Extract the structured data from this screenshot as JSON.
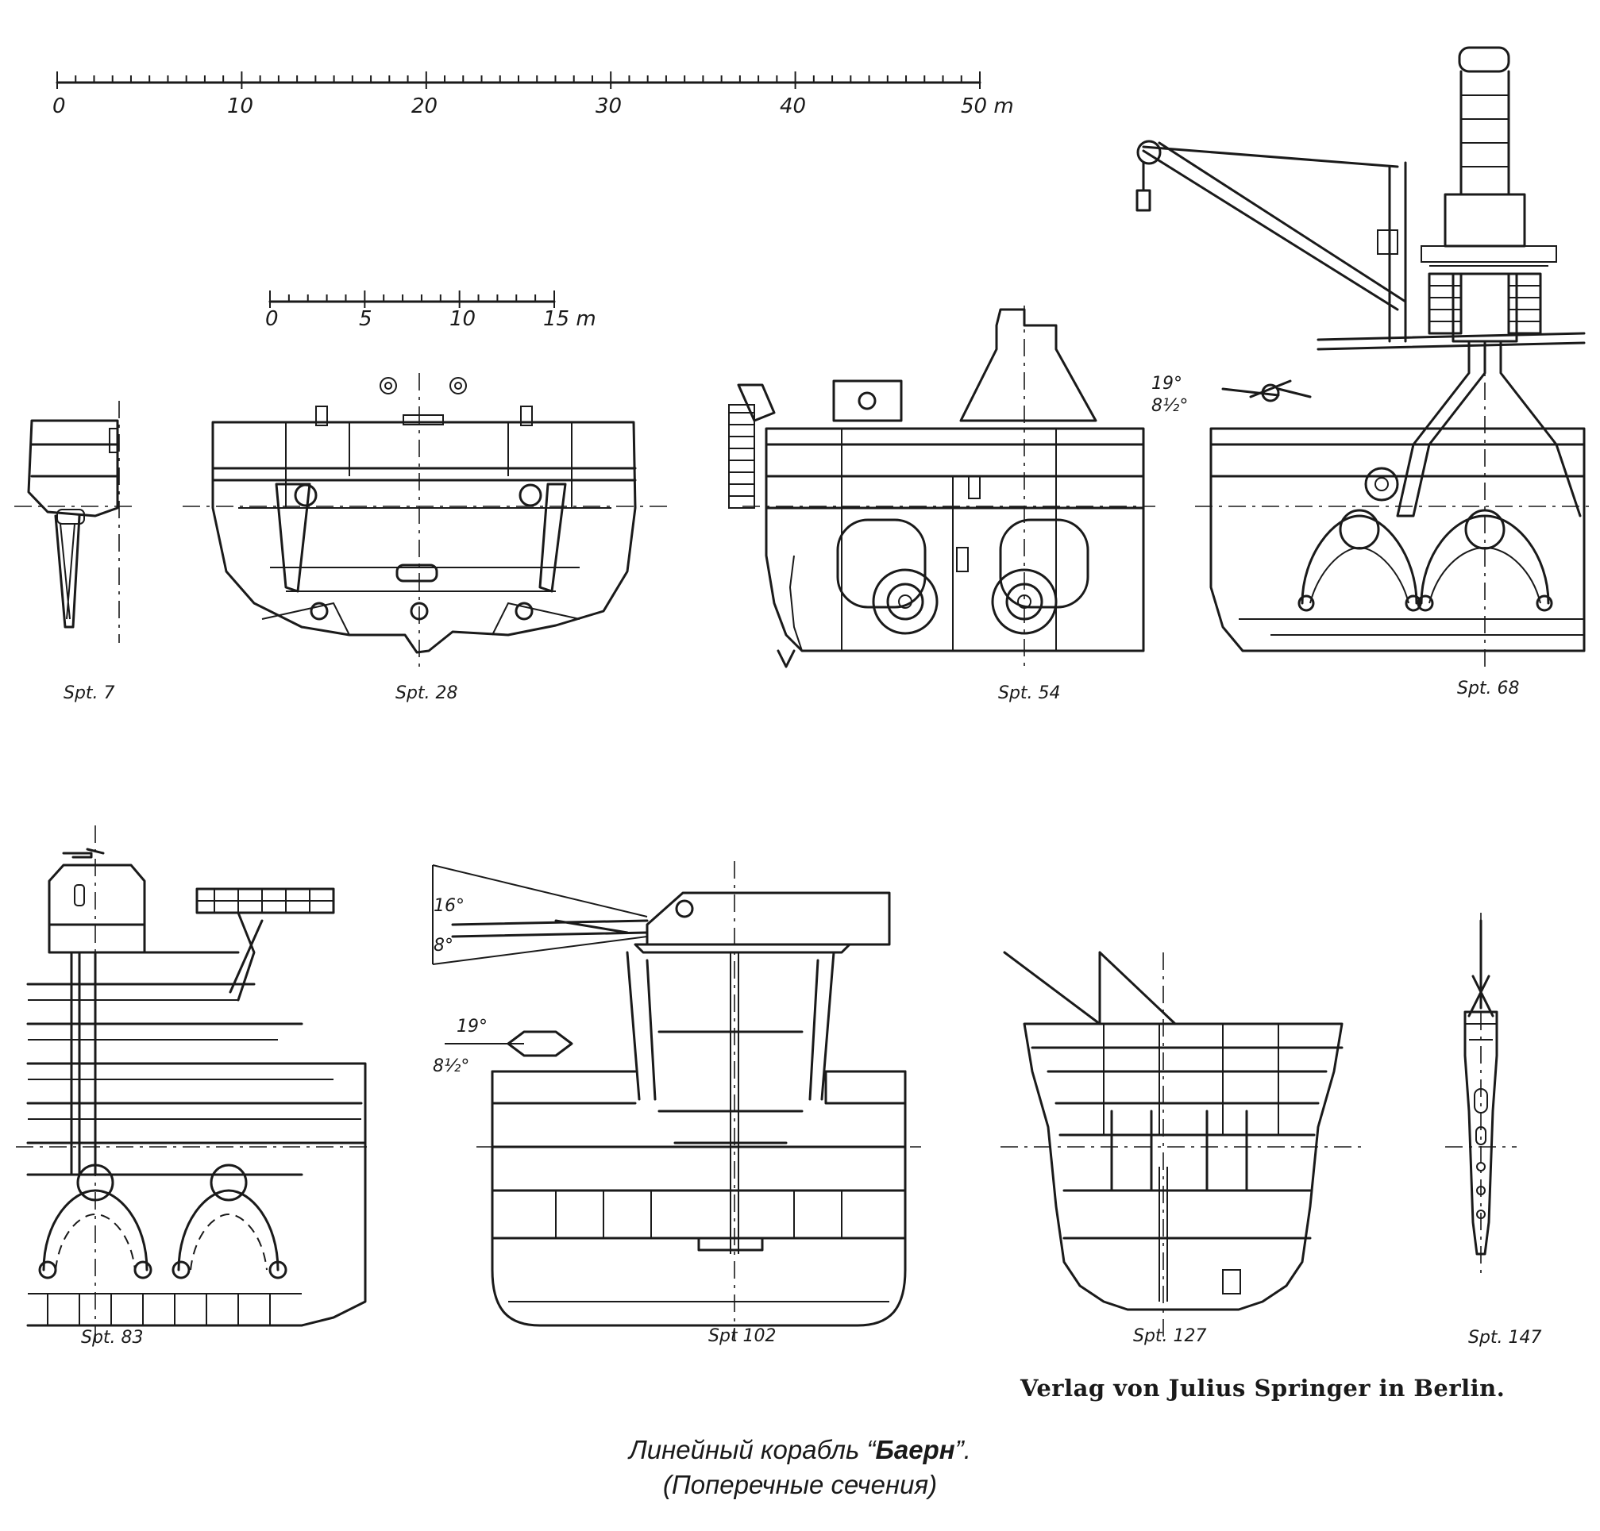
{
  "scale_large": {
    "ticks": [
      "0",
      "10",
      "20",
      "30",
      "40",
      "50 m"
    ]
  },
  "scale_small": {
    "ticks": [
      "0",
      "5",
      "10",
      "15 m"
    ]
  },
  "sections": [
    {
      "id": "spt7",
      "label": "Spt. 7"
    },
    {
      "id": "spt28",
      "label": "Spt. 28"
    },
    {
      "id": "spt54",
      "label": "Spt. 54"
    },
    {
      "id": "spt68",
      "label": "Spt. 68"
    },
    {
      "id": "spt83",
      "label": "Spt. 83"
    },
    {
      "id": "spt102",
      "label": "Spt 102"
    },
    {
      "id": "spt127",
      "label": "Spt. 127"
    },
    {
      "id": "spt147",
      "label": "Spt. 147"
    }
  ],
  "angles": {
    "spt68": {
      "up": "19°",
      "down": "8½°"
    },
    "spt102_main": {
      "up": "16°",
      "down": "8°"
    },
    "spt102_secondary": {
      "up": "19°",
      "down": "8½°"
    }
  },
  "publisher": "Verlag von Julius Springer in Berlin.",
  "caption": {
    "line1_prefix": "Линейный корабль “",
    "line1_name": "Баерн",
    "line1_suffix": "”.",
    "line2": "(Поперечные сечения)"
  }
}
